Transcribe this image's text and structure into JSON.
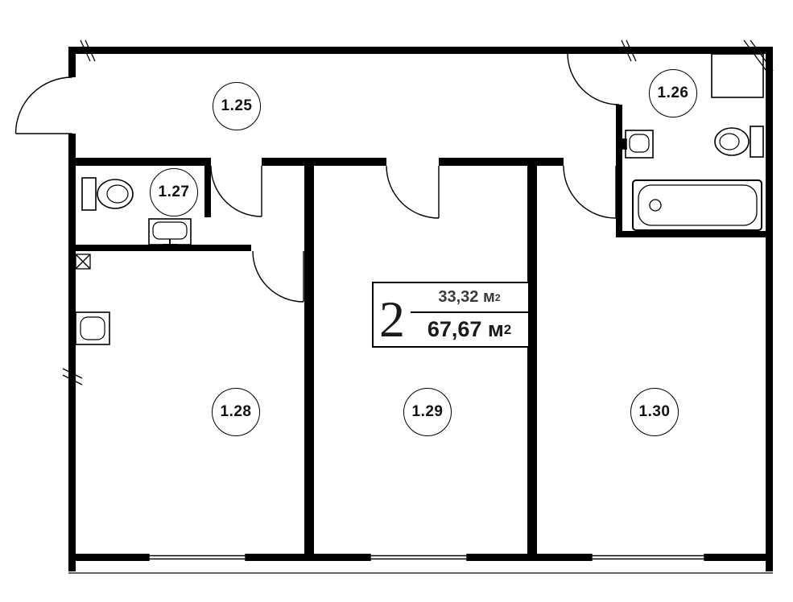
{
  "colors": {
    "line": "#000000",
    "background": "#ffffff"
  },
  "rooms": [
    {
      "label": "1.25"
    },
    {
      "label": "1.26"
    },
    {
      "label": "1.27"
    },
    {
      "label": "1.28"
    },
    {
      "label": "1.29"
    },
    {
      "label": "1.30"
    }
  ],
  "info_box": {
    "rooms_count": "2",
    "area_living": "33,32 м",
    "area_total": "67,67 м",
    "area_sup": "2"
  }
}
